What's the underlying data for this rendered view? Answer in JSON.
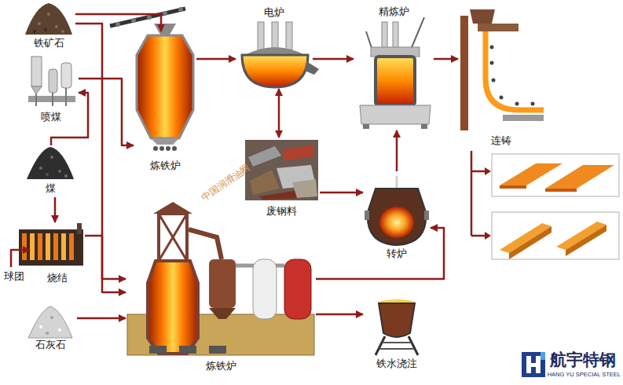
{
  "diagram": {
    "nodes": [
      {
        "text": [
          "铁矿石"
        ]
      },
      {
        "text": [
          "电炉"
        ]
      },
      {
        "text": [
          "精炼炉"
        ]
      },
      {
        "text": [
          "喷煤"
        ]
      },
      {
        "text": [
          "炼铁炉"
        ]
      },
      {
        "text": [
          "连铸"
        ]
      },
      {
        "text": [
          "煤"
        ]
      },
      {
        "text": [
          "废钢料"
        ]
      },
      {
        "text": [
          "烧结"
        ]
      },
      {
        "text": [
          "转炉"
        ]
      },
      {
        "text": [
          "球团"
        ]
      },
      {
        "text": [
          "石灰石"
        ]
      },
      {
        "text": [
          "炼铁炉"
        ]
      },
      {
        "text": [
          "铁水浇注"
        ]
      }
    ],
    "edges": [
      {
        "from": 0,
        "to": 4,
        "arrow": "to"
      },
      {
        "from": 0,
        "to": 12,
        "arrow": "to"
      },
      {
        "from": 3,
        "to": 4,
        "arrow": "to"
      },
      {
        "from": 6,
        "to": 3,
        "arrow": "to"
      },
      {
        "from": 6,
        "to": 8,
        "arrow": "to"
      },
      {
        "from": 10,
        "to": 8,
        "arrow": "to"
      },
      {
        "from": 8,
        "to": 12,
        "arrow": "to"
      },
      {
        "from": 11,
        "to": 12,
        "arrow": "to"
      },
      {
        "from": 4,
        "to": 1,
        "arrow": "to"
      },
      {
        "from": 1,
        "to": 2,
        "arrow": "to"
      },
      {
        "from": 2,
        "to": 5,
        "arrow": "to"
      },
      {
        "from": 7,
        "to": 1,
        "arrow": "both"
      },
      {
        "from": 7,
        "to": 9,
        "arrow": "to"
      },
      {
        "from": 9,
        "to": 2,
        "arrow": "to"
      },
      {
        "from": 12,
        "to": 9,
        "arrow": "to"
      },
      {
        "from": 12,
        "to": 13,
        "arrow": "to"
      }
    ],
    "labels": [
      "中国润滑油网",
      "航宇特钢",
      "HANG YU SPECIAL STEEL"
    ]
  }
}
